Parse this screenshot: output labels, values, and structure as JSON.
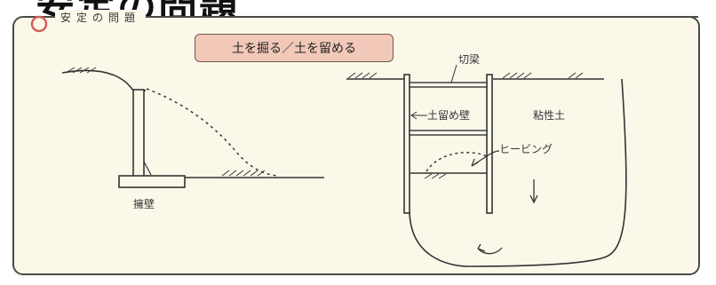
{
  "header": {
    "top_cut_text": "安定の問題",
    "section_label": "安定の問題"
  },
  "topic": "土を掘る／土を留める",
  "diagram": {
    "left_label": "擁壁",
    "right_labels": {
      "strut": "切梁",
      "sheeting": "土留め壁",
      "clay": "粘性土",
      "heaving": "ヒービング"
    }
  },
  "colors": {
    "panel_bg": "#fbf8ea",
    "topic_bg": "#f2c8b8",
    "line": "#333333"
  }
}
